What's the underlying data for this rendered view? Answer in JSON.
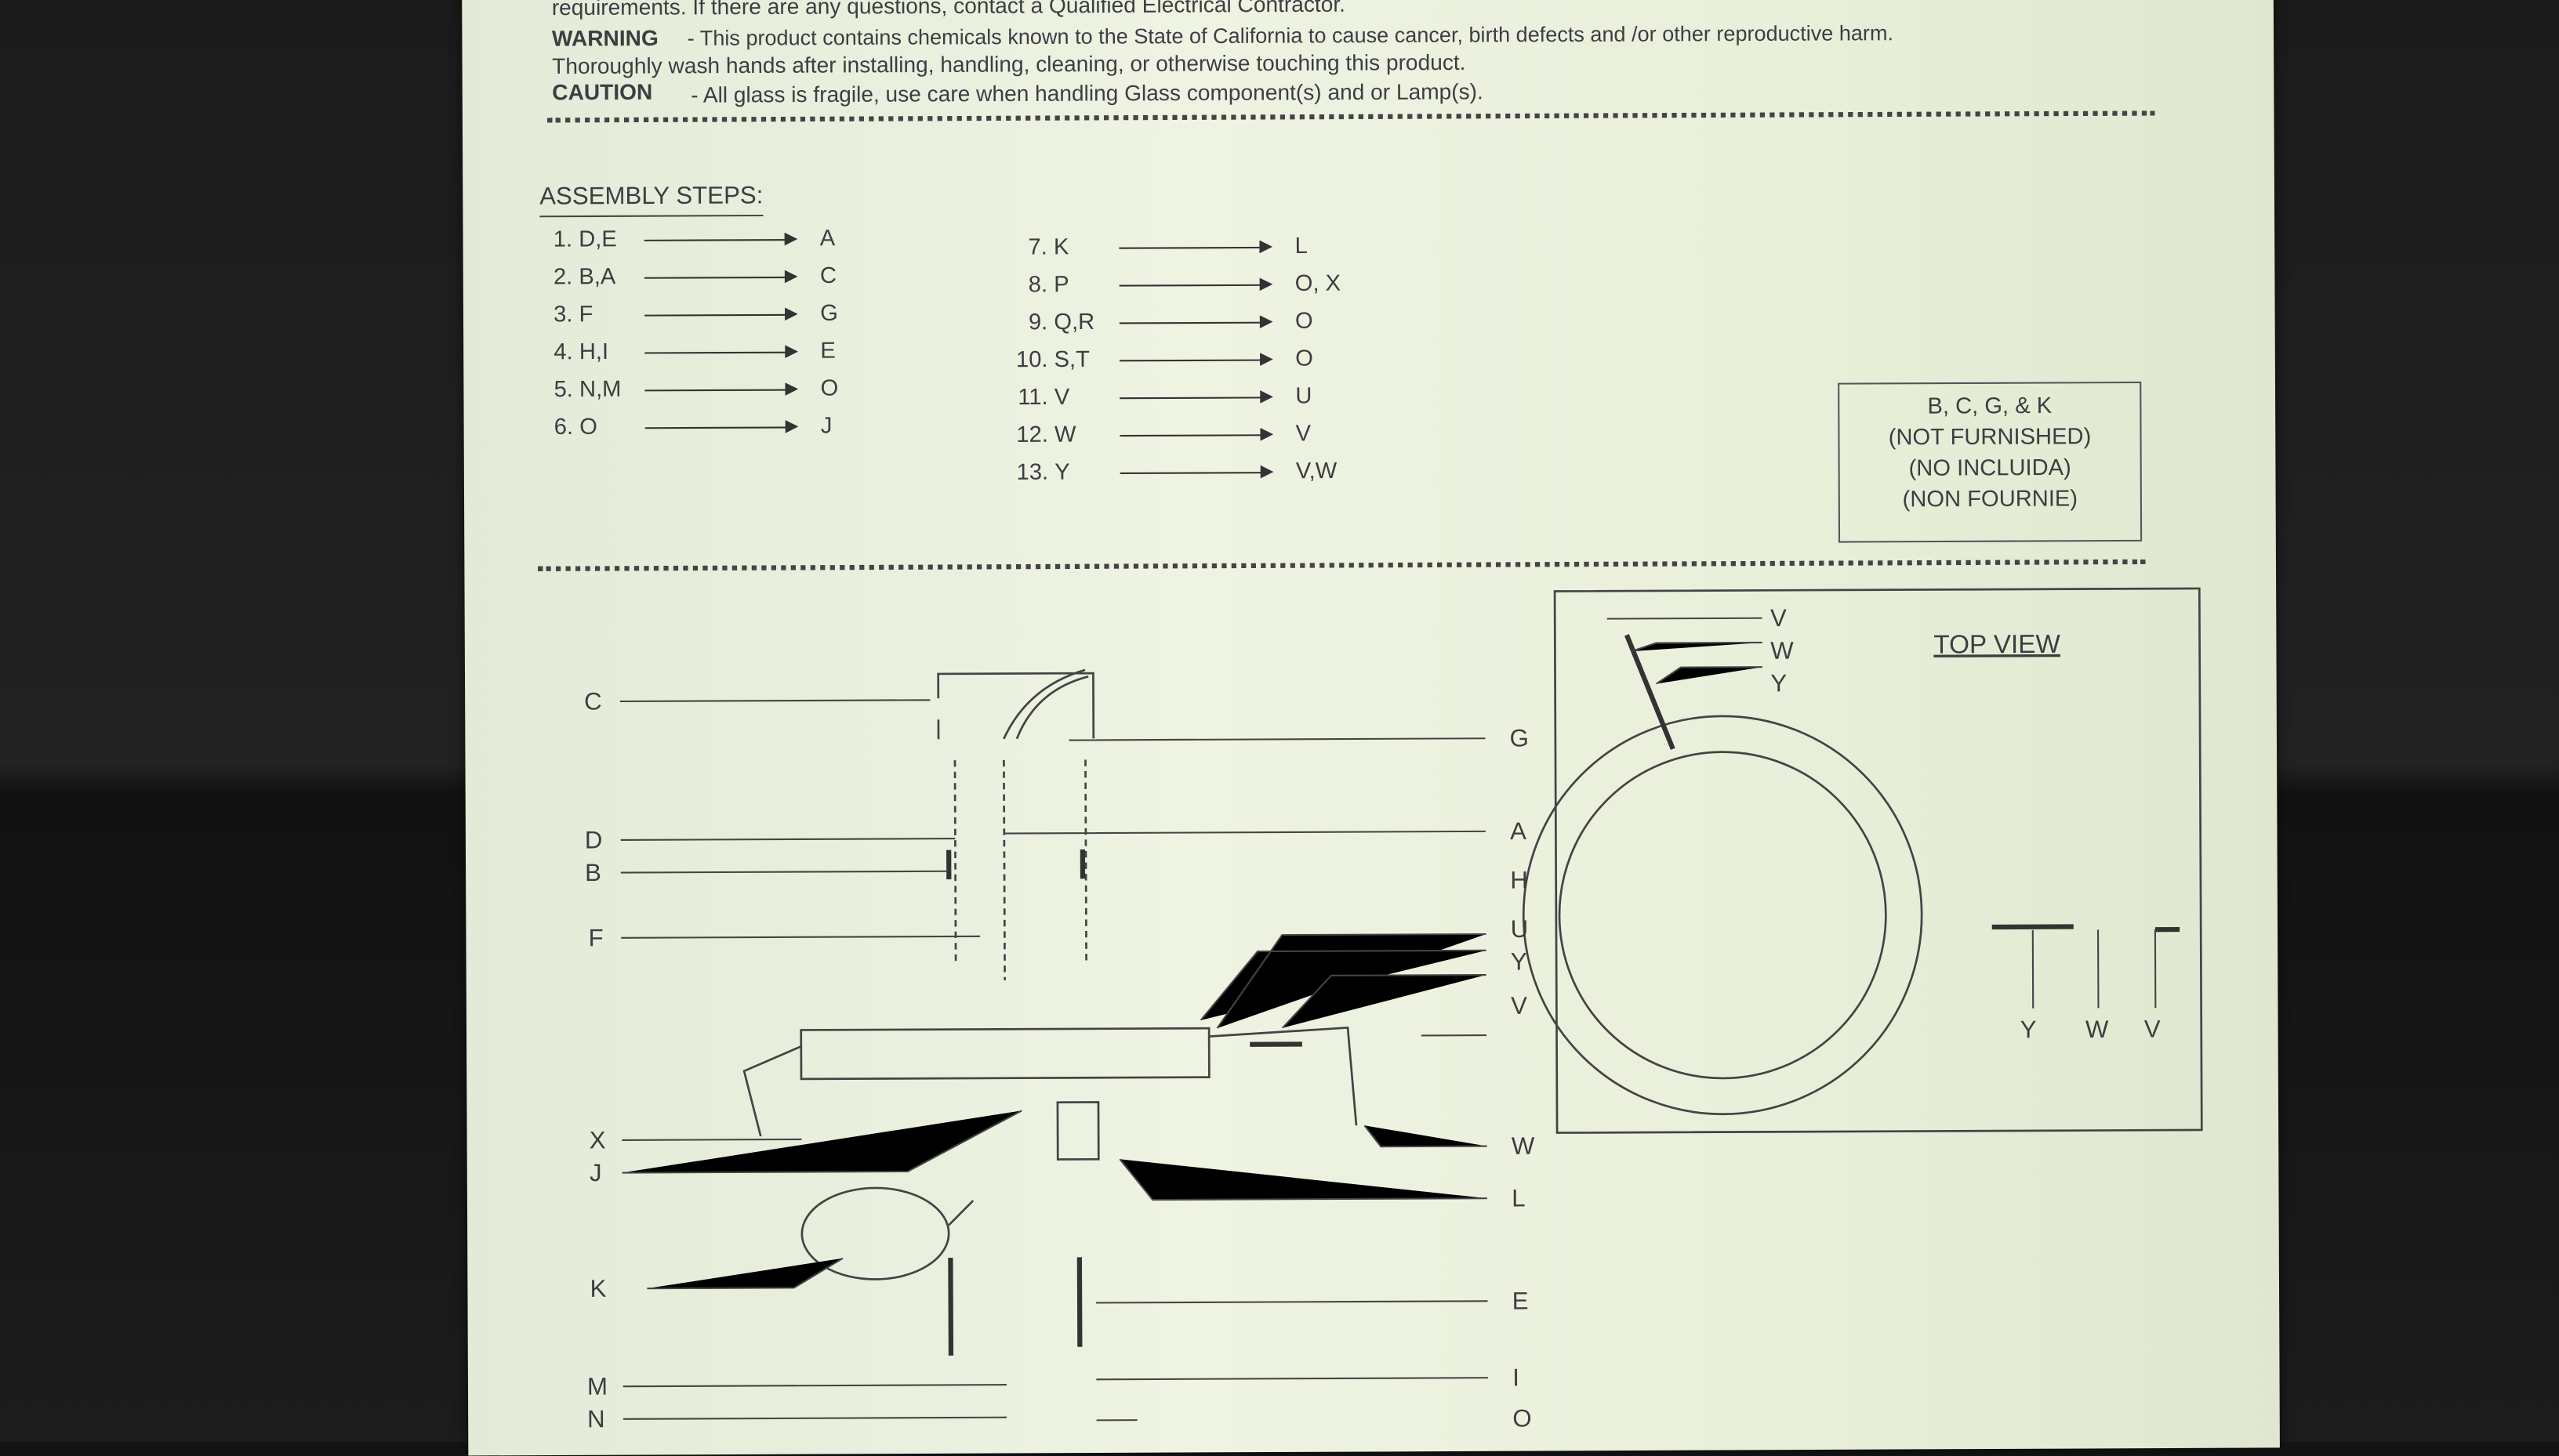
{
  "header": {
    "line1": "requirements. If there are any questions, contact a Qualified Electrical Contractor.",
    "warning_label": "WARNING",
    "warning_text": "-  This product contains chemicals known to the State of California to cause cancer, birth defects and /or other reproductive harm.",
    "warning_text2": "Thoroughly wash hands after installing, handling, cleaning, or otherwise touching this product.",
    "caution_label": "CAUTION",
    "caution_text": "- All glass is fragile, use care when handling Glass component(s) and or Lamp(s)."
  },
  "assembly": {
    "title": "ASSEMBLY STEPS:",
    "steps": [
      {
        "n": "1.",
        "from": "D,E",
        "to": "A"
      },
      {
        "n": "2.",
        "from": "B,A",
        "to": "C"
      },
      {
        "n": "3.",
        "from": "F",
        "to": "G"
      },
      {
        "n": "4.",
        "from": "H,I",
        "to": "E"
      },
      {
        "n": "5.",
        "from": "N,M",
        "to": "O"
      },
      {
        "n": "6.",
        "from": "O",
        "to": "J"
      },
      {
        "n": "7.",
        "from": "K",
        "to": "L"
      },
      {
        "n": "8.",
        "from": "P",
        "to": "O, X"
      },
      {
        "n": "9.",
        "from": "Q,R",
        "to": "O"
      },
      {
        "n": "10.",
        "from": "S,T",
        "to": "O"
      },
      {
        "n": "11.",
        "from": "V",
        "to": "U"
      },
      {
        "n": "12.",
        "from": "W",
        "to": "V"
      },
      {
        "n": "13.",
        "from": "Y",
        "to": "V,W"
      }
    ]
  },
  "notice": {
    "line1": "B, C, G, & K",
    "line2": "(NOT FURNISHED)",
    "line3": "(NO INCLUIDA)",
    "line4": "(NON FOURNIE)"
  },
  "diagram": {
    "left_labels": [
      "C",
      "D",
      "B",
      "F",
      "X",
      "J",
      "K",
      "M",
      "N"
    ],
    "right_labels": [
      "G",
      "A",
      "H",
      "U",
      "Y",
      "V",
      "W",
      "L",
      "E",
      "I",
      "O"
    ]
  },
  "top_view": {
    "title": "TOP VIEW",
    "top_labels": [
      "V",
      "W",
      "Y"
    ],
    "bottom_labels": [
      "Y",
      "W",
      "V"
    ]
  }
}
